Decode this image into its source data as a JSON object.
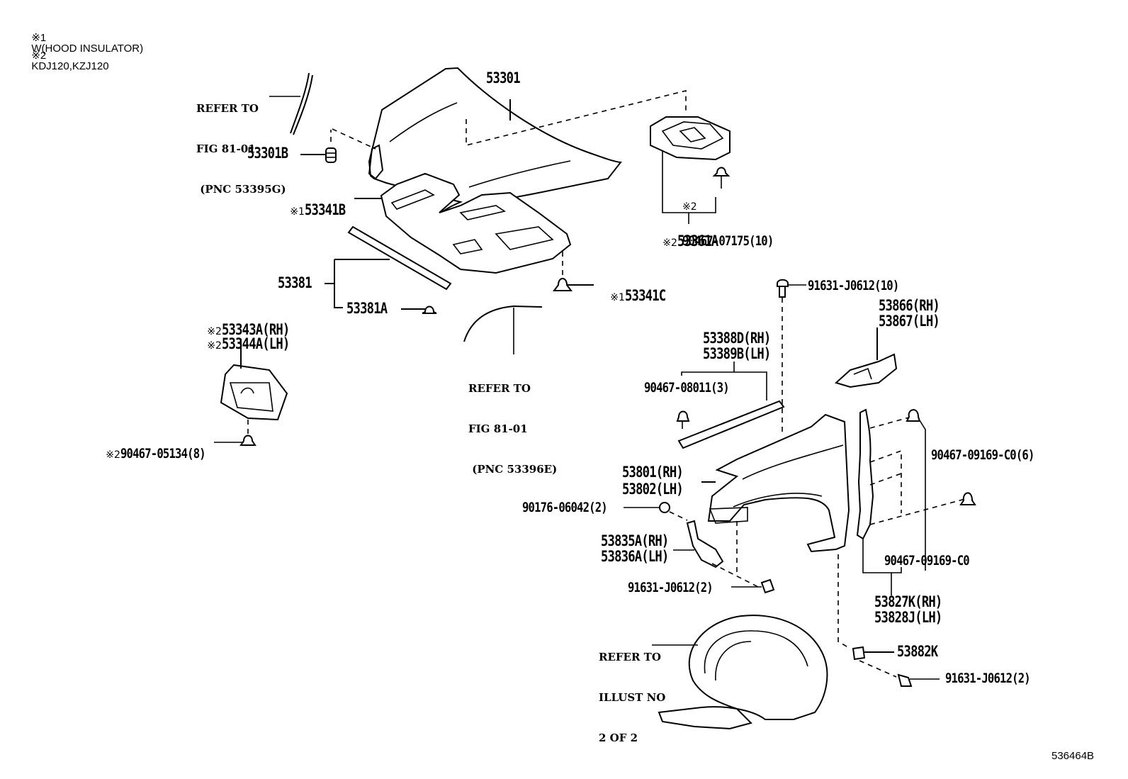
{
  "notes": [
    {
      "mark": "※1",
      "text": "W(HOOD INSULATOR)"
    },
    {
      "mark": "※2",
      "text": "KDJ120,KZJ120"
    }
  ],
  "figure_id": "536464B",
  "refs": {
    "hood_seal": [
      "REFER TO",
      "FIG 81-01",
      " (PNC 53395G)"
    ],
    "front_seal": [
      "REFER TO",
      "FIG 81-01",
      " (PNC 53396E)"
    ],
    "liner": [
      "REFER TO",
      "ILLUST NO",
      "2 OF 2"
    ]
  },
  "labels": {
    "p53301": "53301",
    "p53301B": "53301B",
    "p53341B_mark": "※1",
    "p53341B": "53341B",
    "p53381": "53381",
    "p53381A": "53381A",
    "p53341C_mark": "※1",
    "p53341C": "53341C",
    "p53361A_mark": "※2",
    "p53361A": "53361A",
    "p90467_07175_mark": "※2",
    "p90467_07175": "90467-07175(10)",
    "p53343A_mark": "※2",
    "p53343A": "53343A(RH)",
    "p53344A_mark": "※2",
    "p53344A": "53344A(LH)",
    "p90467_05134_mark": "※2",
    "p90467_05134": "90467-05134(8)",
    "p91631_J0612_10": "91631-J0612(10)",
    "p53866": "53866(RH)",
    "p53867": "53867(LH)",
    "p53388D": "53388D(RH)",
    "p53389B": "53389B(LH)",
    "p90467_08011": "90467-08011(3)",
    "p90467_09169_C0_6": "90467-09169-C0(6)",
    "p53801": "53801(RH)",
    "p53802": "53802(LH)",
    "p90176_06042": "90176-06042(2)",
    "p53835A": "53835A(RH)",
    "p53836A": "53836A(LH)",
    "p91631_J0612_2a": "91631-J0612(2)",
    "p90467_09169_C0": "90467-09169-C0",
    "p53827K": "53827K(RH)",
    "p53828J": "53828J(LH)",
    "p53882K": "53882K",
    "p91631_J0612_2b": "91631-J0612(2)"
  }
}
